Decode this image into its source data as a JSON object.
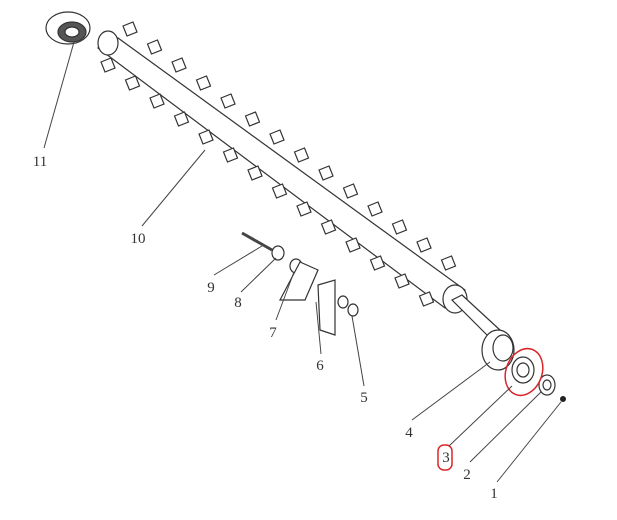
{
  "diagram": {
    "type": "exploded-parts-view",
    "highlight_color": "#d9262b",
    "callouts": [
      {
        "number": "11",
        "highlighted": false
      },
      {
        "number": "10",
        "highlighted": false
      },
      {
        "number": "9",
        "highlighted": false
      },
      {
        "number": "8",
        "highlighted": false
      },
      {
        "number": "7",
        "highlighted": false
      },
      {
        "number": "6",
        "highlighted": false
      },
      {
        "number": "5",
        "highlighted": false
      },
      {
        "number": "4",
        "highlighted": false
      },
      {
        "number": "3",
        "highlighted": true
      },
      {
        "number": "2",
        "highlighted": false
      },
      {
        "number": "1",
        "highlighted": false
      }
    ]
  }
}
